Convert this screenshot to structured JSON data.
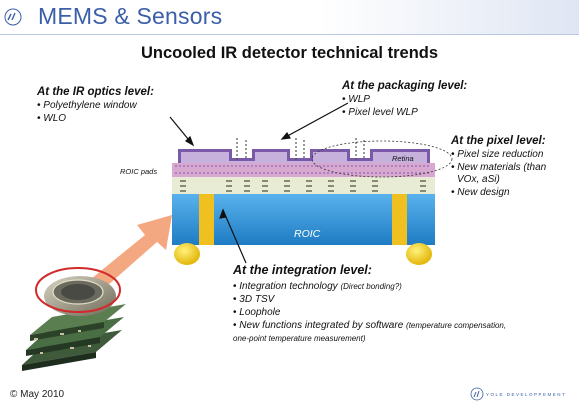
{
  "header": {
    "title": "MEMS & Sensors"
  },
  "slide": {
    "title": "Uncooled IR detector technical trends",
    "optics": {
      "heading": "At the IR optics level:",
      "items": [
        "• Polyethylene window",
        "• WLO"
      ]
    },
    "packaging": {
      "heading": "At the packaging level:",
      "items": [
        "• WLP",
        "• Pixel level WLP"
      ]
    },
    "pixel": {
      "heading": "At the pixel level:",
      "items": [
        "• Pixel size reduction",
        "• New materials (than",
        "VOx, aSi)",
        "• New design"
      ]
    },
    "integration": {
      "heading": "At the integration level:",
      "item1": "Integration technology",
      "item1_note": "(Direct bonding?)",
      "item2": "3D TSV",
      "item3": "Loophole",
      "item4": "New functions integrated by software",
      "item4_note": "(temperature compensation,",
      "item4_note2": "one-point temperature measurement)"
    },
    "labels": {
      "roic": "ROIC",
      "roic_pads": "ROIC pads",
      "retina": "Retina"
    },
    "colors": {
      "brand": "#3a5fa8",
      "roic": "#2f93d8",
      "membrane": "#7a5aa8",
      "pad": "#f0c020",
      "arrow": "#f4a882"
    }
  },
  "footer": {
    "copyright": "© May 2010",
    "brand": "YOLE DEVELOPPEMENT"
  }
}
